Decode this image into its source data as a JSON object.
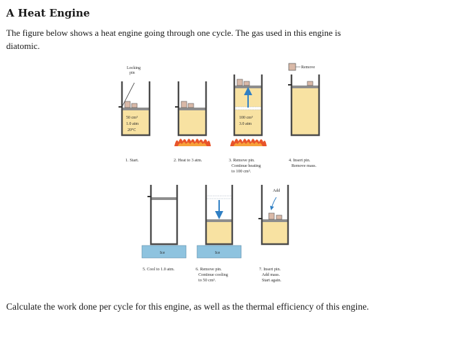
{
  "document": {
    "title": "A Heat Engine",
    "intro_line1": "The figure below shows a heat engine going through one cycle. The gas used in this engine is",
    "intro_line2": "diatomic.",
    "question": "Calculate the work done per cycle for this engine, as well as the thermal efficiency of this engine."
  },
  "figure": {
    "labels": {
      "locking1": "Locking",
      "locking2": "pin",
      "remove_top": "Remove",
      "add": "Add",
      "ice1": "Ice",
      "ice2": "Ice"
    },
    "gas_readouts": {
      "s1_volume": "50 cm³",
      "s1_pressure": "1.0 atm",
      "s1_temp": "20°C",
      "s3_volume": "100 cm³",
      "s3_pressure": "3.0 atm"
    },
    "steps": [
      {
        "lines": [
          "1. Start."
        ]
      },
      {
        "lines": [
          "2. Heat to 3 atm."
        ]
      },
      {
        "lines": [
          "3. Remove pin.",
          "Continue heating",
          "to 100 cm³."
        ]
      },
      {
        "lines": [
          "4. Insert pin.",
          "Remove mass."
        ]
      },
      {
        "lines": [
          "5. Cool to 1.0 atm."
        ]
      },
      {
        "lines": [
          "6. Remove pin.",
          "Continue cooling",
          "to 50 cm³."
        ]
      },
      {
        "lines": [
          "7. Insert pin.",
          "Add mass.",
          "Start again."
        ]
      }
    ],
    "colors": {
      "gas": "#f8e2a2",
      "piston": "#8e8e8e",
      "wall": "#4a4a4a",
      "mass": "#d9b9a8",
      "ice": "#8ec3df",
      "flame": "#e8542a",
      "arrow": "#2f7fc4"
    }
  }
}
